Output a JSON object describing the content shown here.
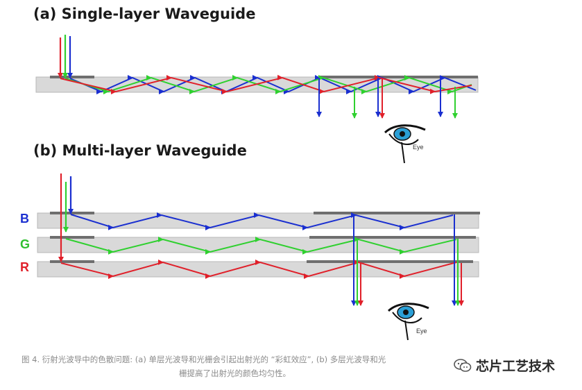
{
  "panel_a": {
    "title": "(a) Single-layer Waveguide",
    "eye_label": "Eye"
  },
  "panel_b": {
    "title": "(b) Multi-layer Waveguide",
    "eye_label": "Eye",
    "layers": [
      "B",
      "G",
      "R"
    ]
  },
  "colors": {
    "blue": "#1a2fd0",
    "green": "#2fd02f",
    "red": "#e0202a",
    "waveguide": "#d9d9d9",
    "grating": "#6e6e6e"
  },
  "caption": {
    "line1": "图 4. 衍射光波导中的色散问题: (a) 单层光波导和光栅会引起出射光的 “彩虹效应”, (b) 多层光波导和光",
    "line2": "栅提高了出射光的颜色均匀性。"
  },
  "watermark": {
    "text": "芯片工艺技术",
    "icon": "wechat-icon"
  }
}
